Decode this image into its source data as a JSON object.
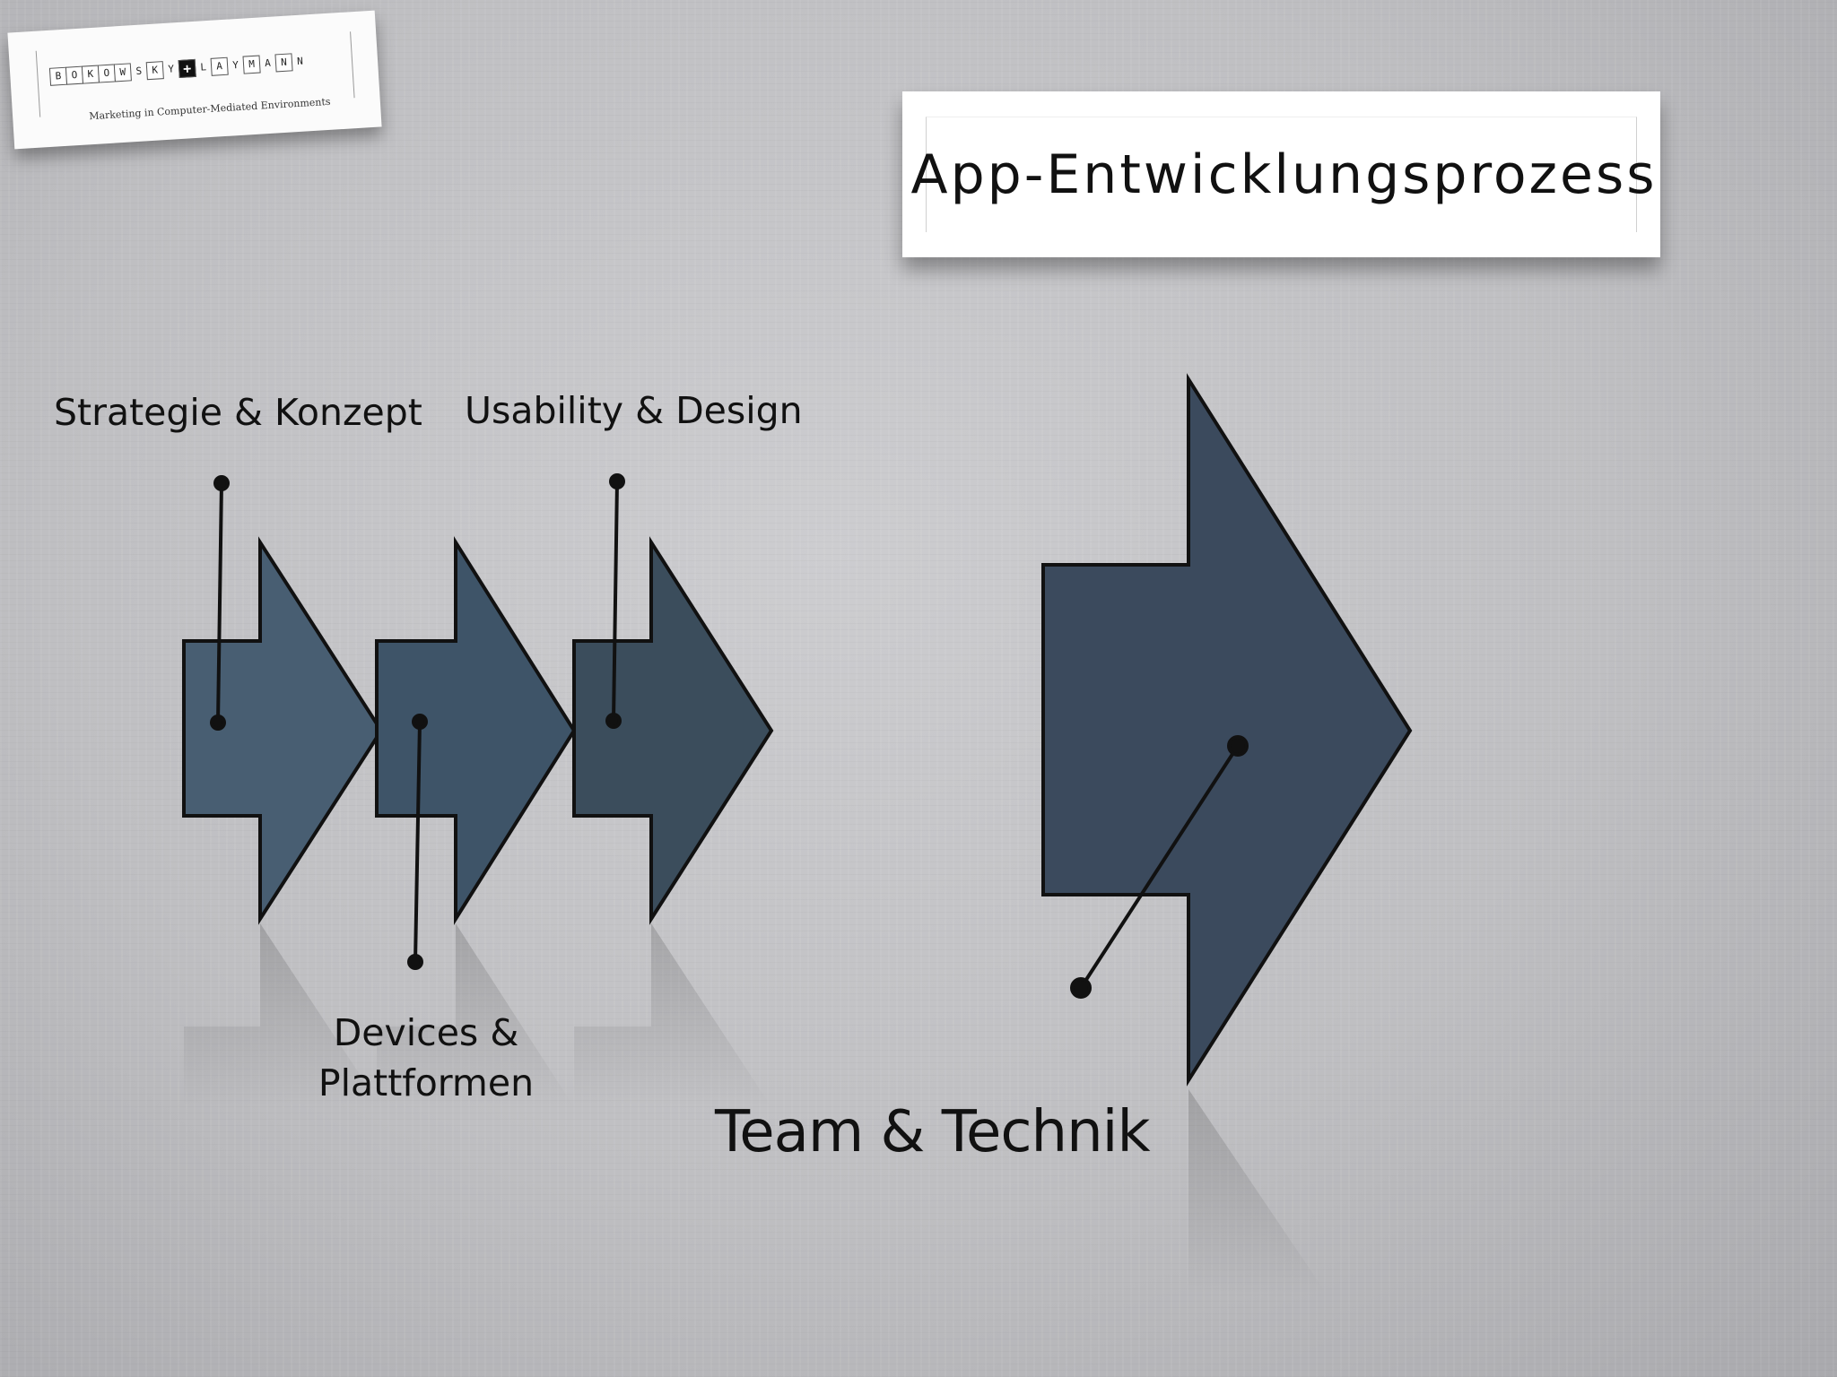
{
  "logo": {
    "letters_left": [
      "B",
      "O",
      "K",
      "O",
      "W",
      "S",
      "K",
      "Y"
    ],
    "plus": "+",
    "letters_right": [
      "L",
      "A",
      "Y",
      "M",
      "A",
      "N",
      "N"
    ],
    "subtitle": "Marketing in Computer-Mediated Environments"
  },
  "title": "App-Entwicklungsprozess",
  "labels": {
    "strategie": "Strategie & Konzept",
    "usability": "Usability & Design",
    "devices": "Devices & Plattformen",
    "team": "Team & Technik"
  },
  "colors": {
    "arrow_1": "#485e72",
    "arrow_2": "#3e5468",
    "arrow_3": "#3b4d5c",
    "arrow_big": "#3b4a5d",
    "outline": "#111111"
  }
}
